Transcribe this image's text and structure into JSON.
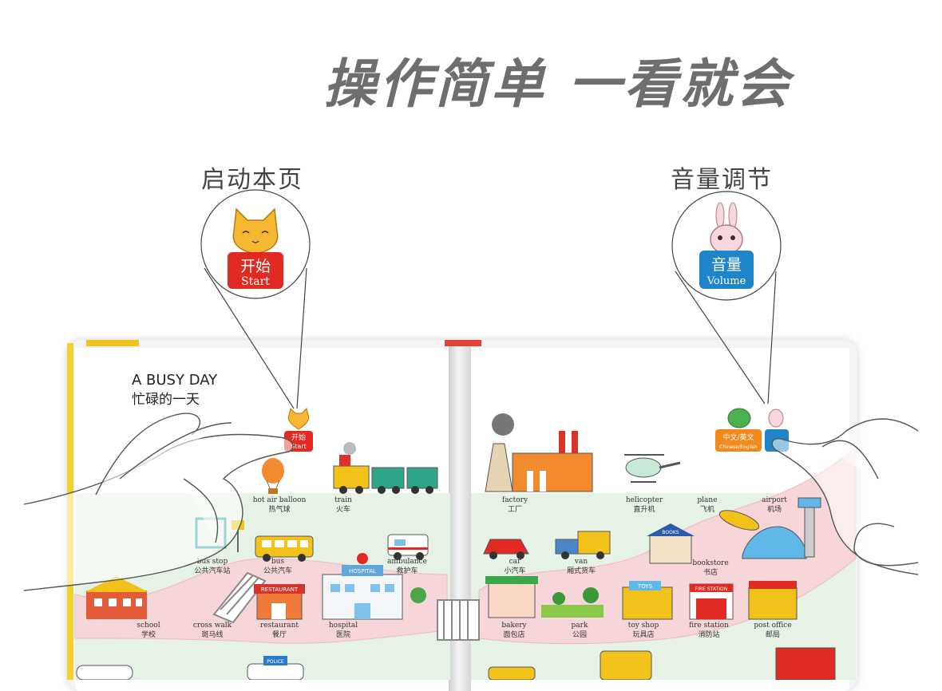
{
  "headline": "操作简单 一看就会",
  "callouts": {
    "start_caption": "启动本页",
    "volume_caption": "音量调节",
    "start_button": {
      "cn": "开始",
      "en": "Start",
      "color": "#e02a22"
    },
    "volume_button": {
      "cn": "音量",
      "en": "Volume",
      "color": "#1e86c8"
    },
    "lang_button": {
      "cn": "中文/英文",
      "en": "Chinese/English",
      "color": "#f08a1c"
    }
  },
  "book": {
    "title_en": "A BUSY DAY",
    "title_cn": "忙碌的一天",
    "left_items": [
      {
        "en": "hot air balloon",
        "cn": "热气球"
      },
      {
        "en": "train",
        "cn": "火车"
      },
      {
        "en": "bus stop",
        "cn": "公共汽车站"
      },
      {
        "en": "bus",
        "cn": "公共汽车"
      },
      {
        "en": "ambulance",
        "cn": "救护车"
      },
      {
        "en": "school",
        "cn": "学校"
      },
      {
        "en": "cross walk",
        "cn": "斑马线"
      },
      {
        "en": "restaurant",
        "cn": "餐厅"
      },
      {
        "en": "hospital",
        "cn": "医院"
      }
    ],
    "right_items": [
      {
        "en": "factory",
        "cn": "工厂"
      },
      {
        "en": "helicopter",
        "cn": "直升机"
      },
      {
        "en": "plane",
        "cn": "飞机"
      },
      {
        "en": "airport",
        "cn": "机场"
      },
      {
        "en": "car",
        "cn": "小汽车"
      },
      {
        "en": "van",
        "cn": "厢式货车"
      },
      {
        "en": "bookstore",
        "cn": "书店"
      },
      {
        "en": "bakery",
        "cn": "面包店"
      },
      {
        "en": "park",
        "cn": "公园"
      },
      {
        "en": "toy shop",
        "cn": "玩具店"
      },
      {
        "en": "fire station",
        "cn": "消防站"
      },
      {
        "en": "post office",
        "cn": "邮局"
      }
    ],
    "signs": {
      "hospital": "HOSPITAL",
      "restaurant": "RESTAURANT",
      "bookstore": "BOOKS",
      "toys": "TOYS",
      "fire_station": "FIRE STATION",
      "police": "POLICE"
    }
  }
}
